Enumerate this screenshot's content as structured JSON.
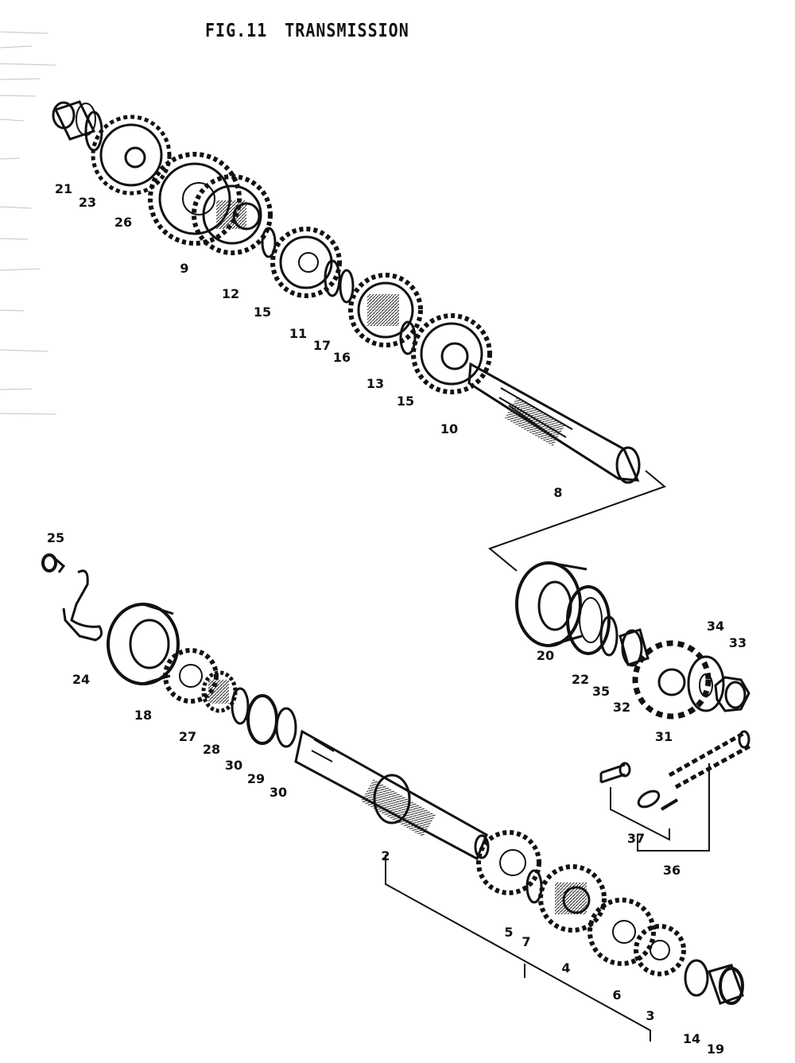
{
  "figure": {
    "number": "FIG.11",
    "title": "TRANSMISSION"
  },
  "colors": {
    "ink": "#111111",
    "paper": "#ffffff"
  },
  "part_labels": [
    "21",
    "23",
    "26",
    "9",
    "12",
    "15",
    "11",
    "17",
    "16",
    "13",
    "15",
    "10",
    "8",
    "25",
    "24",
    "18",
    "27",
    "28",
    "30",
    "29",
    "30",
    "2",
    "5",
    "7",
    "4",
    "6",
    "3",
    "14",
    "19",
    "20",
    "22",
    "35",
    "32",
    "31",
    "34",
    "33",
    "37",
    "36"
  ]
}
